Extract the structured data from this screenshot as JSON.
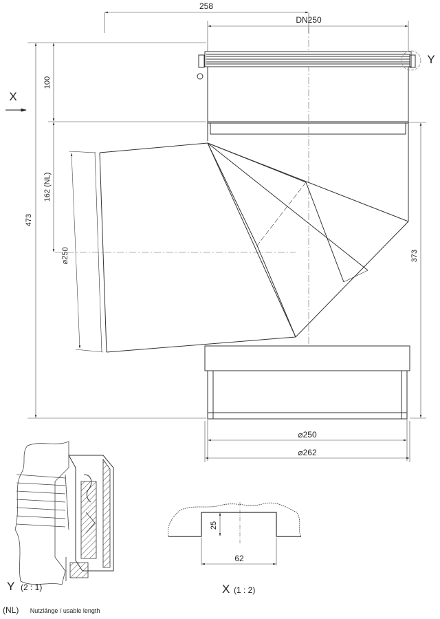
{
  "dimensions": {
    "top_width": "258",
    "nominal": "DN250",
    "height_100": "100",
    "height_162": "162 (NL)",
    "height_473": "473",
    "dia_250_side": "⌀250",
    "height_373": "373",
    "dia_250_bottom": "⌀250",
    "dia_262_bottom": "⌀262",
    "detail_x_height": "25",
    "detail_x_width": "62"
  },
  "view_markers": {
    "x_arrow": "X",
    "y_marker": "Y"
  },
  "details": {
    "y_letter": "Y",
    "y_scale": "(2 : 1)",
    "x_letter": "X",
    "x_scale": "(1 : 2)"
  },
  "legend": {
    "key": "(NL)",
    "text": "Nutzlänge / usable length"
  }
}
